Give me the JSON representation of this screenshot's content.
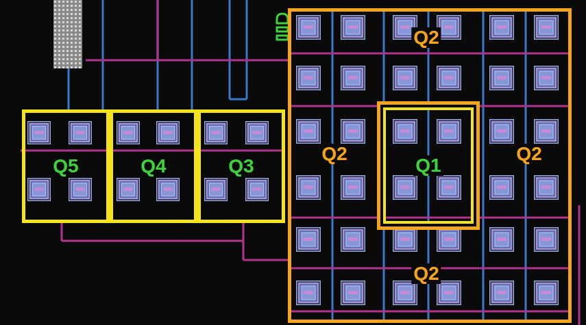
{
  "diagram": {
    "nodes": [
      {
        "text": [
          "Q5"
        ]
      },
      {
        "text": [
          "Q4"
        ]
      },
      {
        "text": [
          "Q3"
        ]
      },
      {
        "text": [
          "Q2",
          "Q2",
          "Q2",
          "Q2"
        ]
      },
      {
        "text": [
          "Q1"
        ],
        "in": 3
      }
    ]
  }
}
